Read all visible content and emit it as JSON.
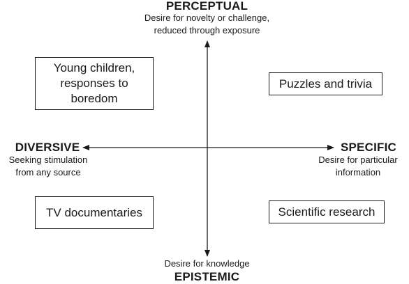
{
  "axes": {
    "top": {
      "title": "PERCEPTUAL",
      "desc_line1": "Desire for novelty or challenge,",
      "desc_line2": "reduced through exposure"
    },
    "bottom": {
      "title": "EPISTEMIC",
      "desc": "Desire for knowledge"
    },
    "left": {
      "title": "DIVERSIVE",
      "desc_line1": "Seeking stimulation",
      "desc_line2": "from any source"
    },
    "right": {
      "title": "SPECIFIC",
      "desc_line1": "Desire for particular",
      "desc_line2": "information"
    }
  },
  "quadrants": {
    "top_left": "Young children,\nresponses to\nboredom",
    "top_right": "Puzzles and trivia",
    "bottom_left": "TV documentaries",
    "bottom_right": "Scientific research"
  }
}
